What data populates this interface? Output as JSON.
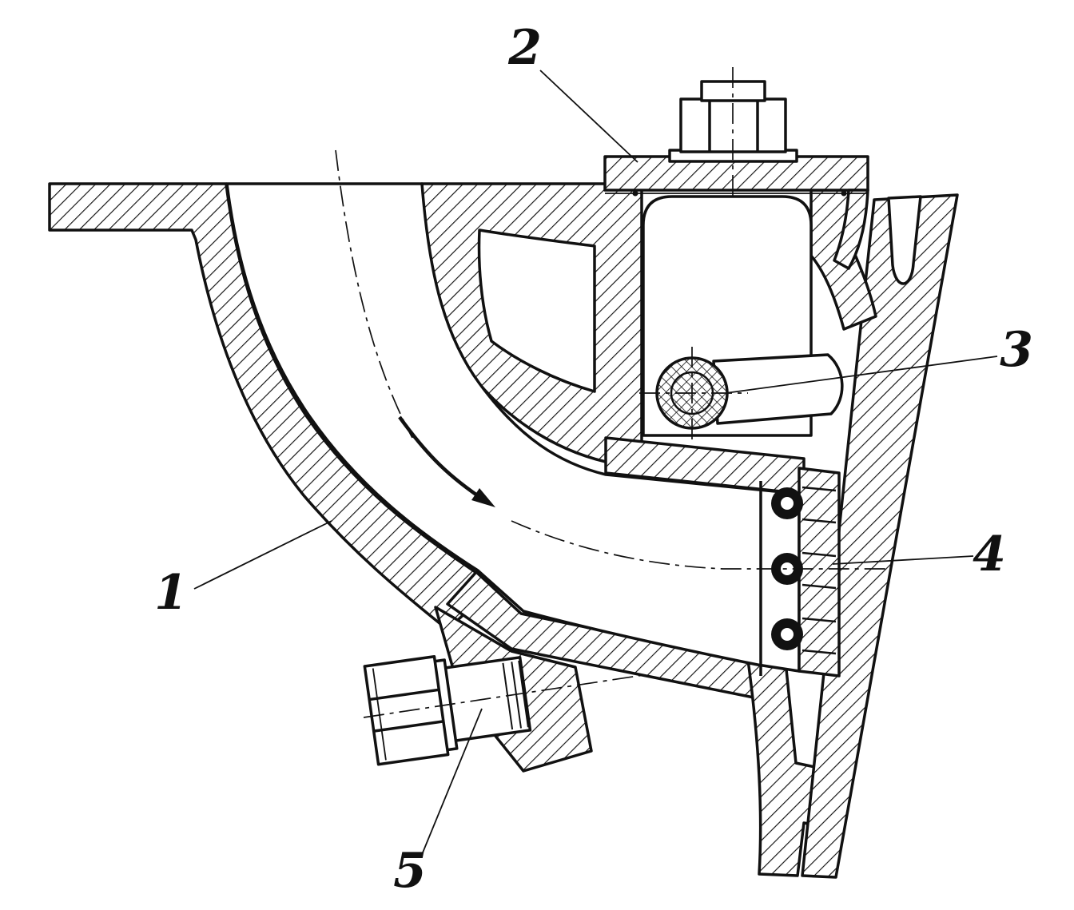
{
  "drawing": {
    "kind": "engineering-cross-section",
    "flow_arrow": "curved-flow-direction-arrow"
  },
  "colors": {
    "ink": "#111111",
    "paper": "#ffffff"
  },
  "callouts": [
    {
      "label": "1"
    },
    {
      "label": "2"
    },
    {
      "label": "3"
    },
    {
      "label": "4"
    },
    {
      "label": "5"
    }
  ]
}
